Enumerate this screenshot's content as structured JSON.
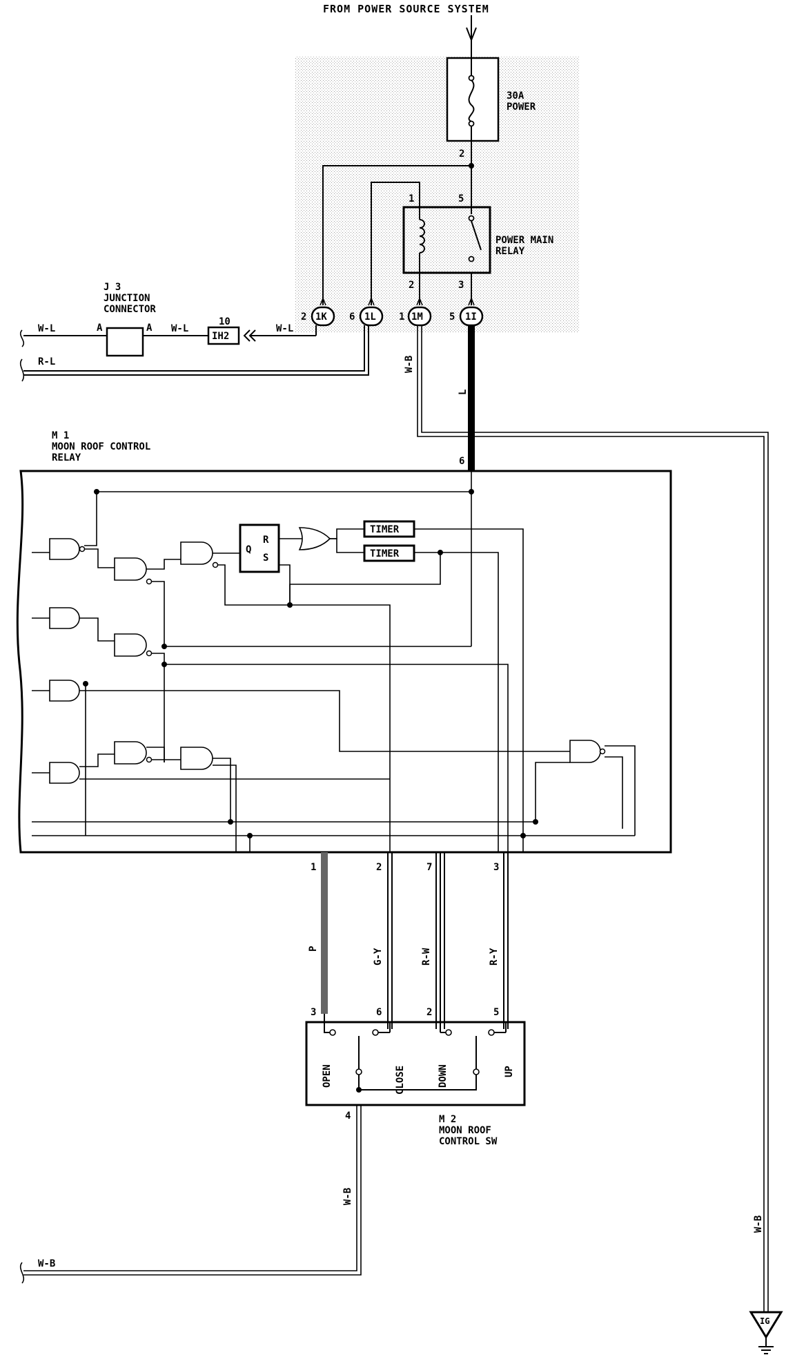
{
  "title": "FROM POWER SOURCE SYSTEM",
  "fuse": {
    "line1": "30A",
    "line2": "POWER"
  },
  "relay": {
    "line1": "POWER MAIN",
    "line2": "RELAY"
  },
  "junction": {
    "line1": "J 3",
    "line2": "JUNCTION",
    "line3": "CONNECTOR"
  },
  "moon_roof_relay": {
    "line1": "M 1",
    "line2": "MOON ROOF CONTROL",
    "line3": "RELAY"
  },
  "moon_roof_sw": {
    "line1": "M 2",
    "line2": "MOON ROOF",
    "line3": "CONTROL SW"
  },
  "connectors": {
    "c1k": "1K",
    "c1l": "1L",
    "c1m": "1M",
    "c1i": "1I",
    "ih2": "IH2"
  },
  "pins": {
    "fuse_out": "2",
    "relay_coil_in": "1",
    "relay_sw_in": "5",
    "relay_coil_out": "2",
    "relay_sw_out": "3",
    "p1k": "2",
    "p1l": "6",
    "p1m": "1",
    "p1i": "5",
    "ih2": "10",
    "m1_power": "6",
    "m1_p1": "1",
    "m1_p2": "2",
    "m1_p7": "7",
    "m1_p3": "3",
    "m2_p3": "3",
    "m2_p6": "6",
    "m2_p2": "2",
    "m2_p5": "5",
    "m2_p4": "4"
  },
  "junction_pins": {
    "left": "A",
    "right": "A"
  },
  "wires": {
    "wl_left": "W-L",
    "wl_mid": "W-L",
    "wl_right": "W-L",
    "rl": "R-L",
    "wb_top": "W-B",
    "l": "L",
    "p": "P",
    "gy": "G-Y",
    "rw": "R-W",
    "ry": "R-Y",
    "wb_sw": "W-B",
    "wb_bottom": "W-B",
    "wb_right": "W-B"
  },
  "logic": {
    "timer1": "TIMER",
    "timer2": "TIMER",
    "ff_q": "Q",
    "ff_r": "R",
    "ff_s": "S"
  },
  "switch_labels": {
    "open": "OPEN",
    "close": "CLOSE",
    "down": "DOWN",
    "up": "UP"
  },
  "ground": "IG"
}
